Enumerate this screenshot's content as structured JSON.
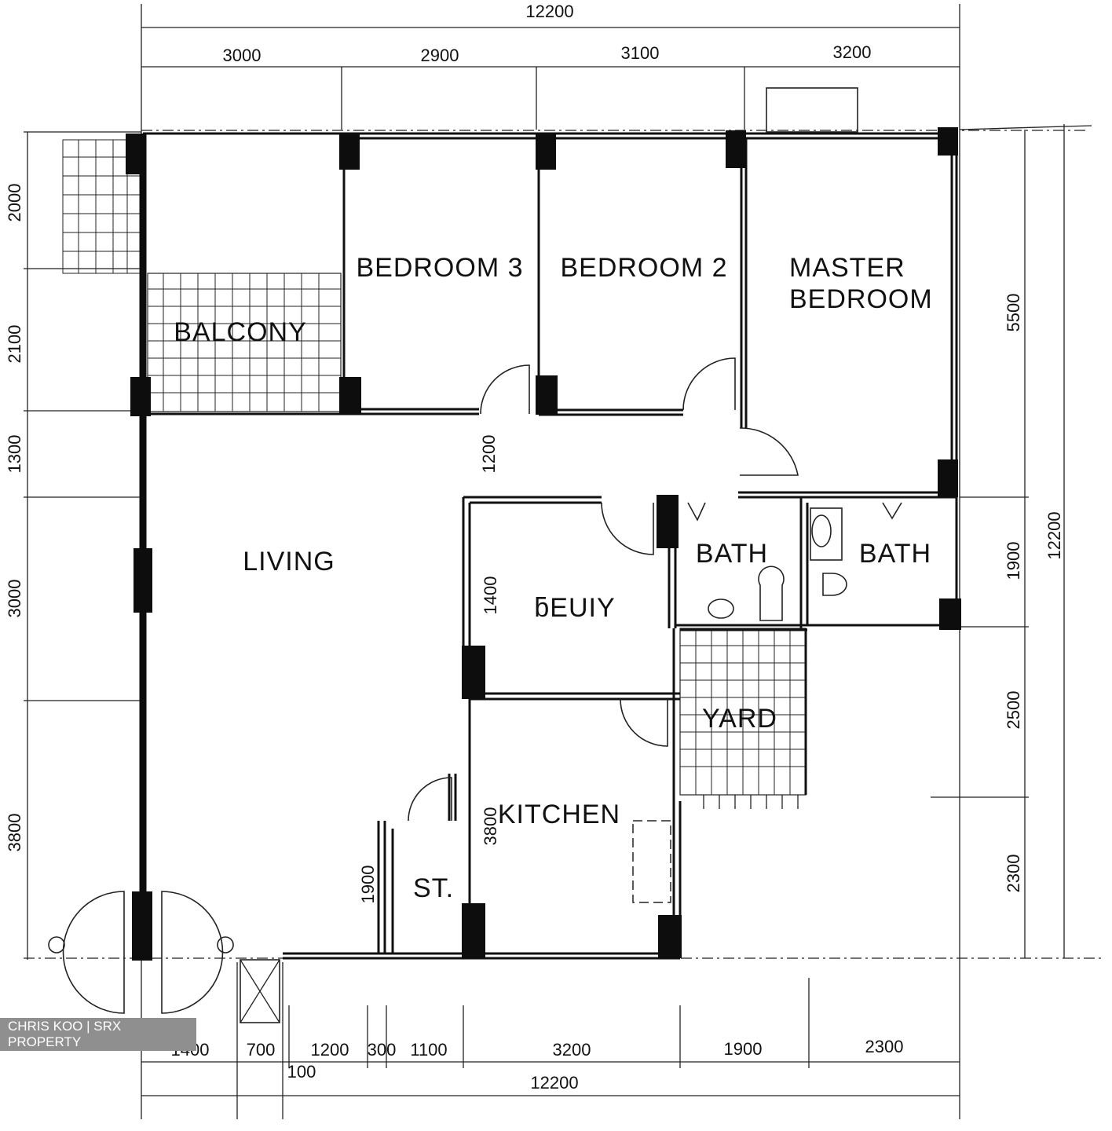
{
  "rooms": {
    "bedroom3": "BEDROOM 3",
    "bedroom2": "BEDROOM 2",
    "master_line1": "MASTER",
    "master_line2": "BEDROOM",
    "balcony": "BALCONY",
    "living": "LIVING",
    "study": "ƃEUIY",
    "bath1": "BATH",
    "bath2": "BATH",
    "yard": "YARD",
    "kitchen": "KITCHEN",
    "store": "ST."
  },
  "dimensions": {
    "top_total": "12200",
    "top_segments": [
      "3000",
      "2900",
      "3100",
      "3200"
    ],
    "bottom_total": "12200",
    "bottom_segments": [
      "1400",
      "700",
      "1200",
      "300",
      "1100",
      "3200",
      "1900",
      "2300"
    ],
    "bottom_extra": "100",
    "left_segments": [
      "2000",
      "2100",
      "1300",
      "3000",
      "3800"
    ],
    "right_segments": [
      "5500",
      "1900",
      "2500",
      "2300"
    ],
    "right_total": "12200",
    "inner_corridor": "1200",
    "inner_study": "1400",
    "inner_store": "1900",
    "inner_kitchen": "3800"
  },
  "watermark": "CHRIS KOO | SRX PROPERTY"
}
